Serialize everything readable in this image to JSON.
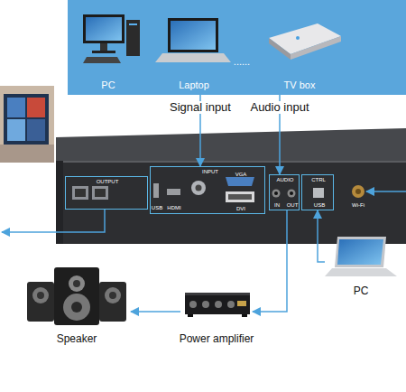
{
  "diagram": {
    "nodes": [
      {
        "text": [
          "......"
        ]
      },
      {
        "text": [
          "PC"
        ],
        "in": 0
      },
      {
        "text": [
          "Laptop"
        ],
        "in": 0
      },
      {
        "text": [
          "TV box"
        ],
        "in": 0
      },
      {
        "text": [
          "Wi-Fi"
        ]
      },
      {
        "text": [
          "OUTPUT"
        ],
        "in": 4
      },
      {
        "text": [
          "INPUT",
          "USB",
          "HDMI",
          "VGA",
          "DVI"
        ],
        "in": 4
      },
      {
        "text": [
          "AUDIO",
          "IN",
          "OUT"
        ],
        "in": 4
      },
      {
        "text": [
          "CTRL",
          "USB"
        ],
        "in": 4
      },
      {
        "text": [
          "Power amplifier"
        ]
      },
      {
        "text": [
          "Speaker"
        ]
      },
      {
        "text": [
          "PC"
        ]
      }
    ],
    "edges": [
      {
        "from": 0,
        "to": 6,
        "label": "Signal input",
        "arrow": "to"
      },
      {
        "from": 0,
        "to": 7,
        "label": "Audio input",
        "arrow": "to"
      },
      {
        "from": 7,
        "to": 9,
        "arrow": "to"
      },
      {
        "from": 9,
        "to": 10,
        "arrow": "to"
      },
      {
        "from": 11,
        "to": 8,
        "arrow": "to"
      }
    ]
  }
}
